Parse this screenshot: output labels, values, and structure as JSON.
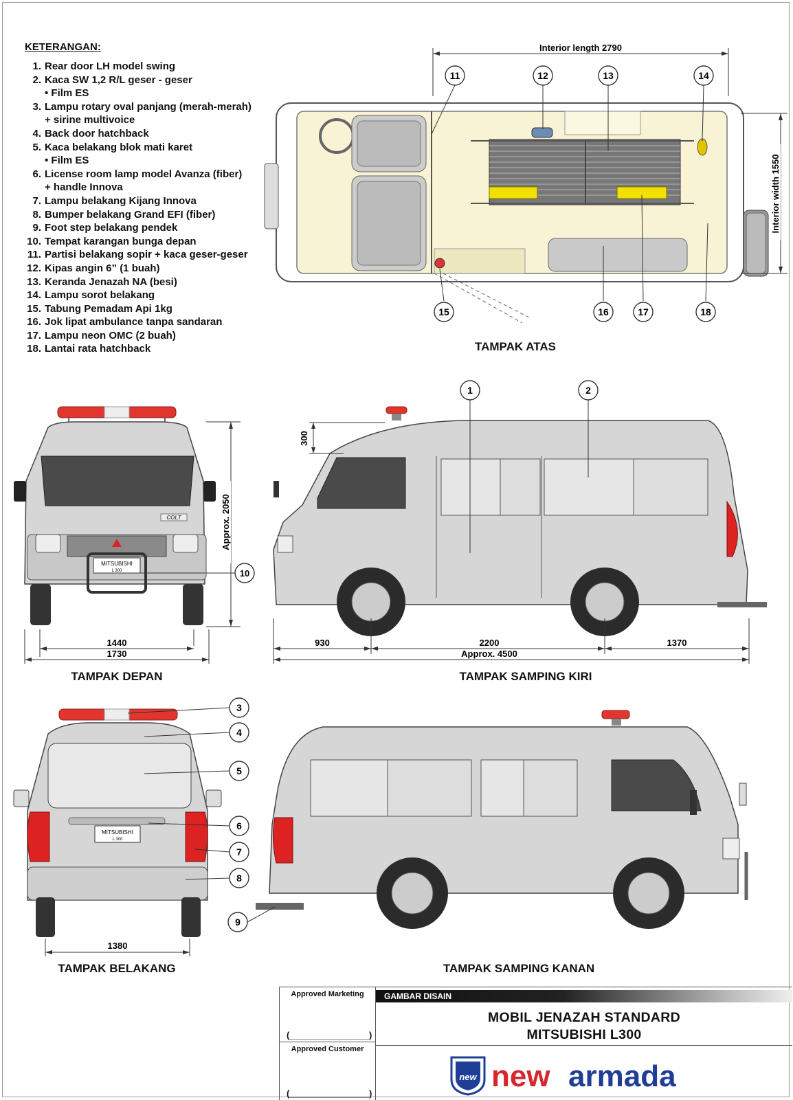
{
  "legend": {
    "heading": "KETERANGAN:",
    "items": [
      {
        "num": "1.",
        "text": "Rear door LH model swing"
      },
      {
        "num": "2.",
        "text": "Kaca SW 1,2 R/L geser - geser",
        "sub": "• Film ES"
      },
      {
        "num": "3.",
        "text": "Lampu rotary oval panjang (merah-merah)",
        "sub": "+ sirine multivoice"
      },
      {
        "num": "4.",
        "text": "Back door hatchback"
      },
      {
        "num": "5.",
        "text": "Kaca belakang blok mati karet",
        "sub": "• Film ES"
      },
      {
        "num": "6.",
        "text": "License room lamp model Avanza (fiber)",
        "sub": "+ handle Innova"
      },
      {
        "num": "7.",
        "text": "Lampu belakang Kijang Innova"
      },
      {
        "num": "8.",
        "text": "Bumper belakang Grand EFI (fiber)"
      },
      {
        "num": "9.",
        "text": "Foot step belakang pendek"
      },
      {
        "num": "10.",
        "text": "Tempat karangan bunga depan"
      },
      {
        "num": "11.",
        "text": "Partisi belakang sopir + kaca geser-geser"
      },
      {
        "num": "12.",
        "text": "Kipas angin 6” (1 buah)"
      },
      {
        "num": "13.",
        "text": "Keranda Jenazah NA (besi)"
      },
      {
        "num": "14.",
        "text": "Lampu sorot belakang"
      },
      {
        "num": "15.",
        "text": "Tabung Pemadam Api 1kg"
      },
      {
        "num": "16.",
        "text": "Jok lipat ambulance tanpa sandaran"
      },
      {
        "num": "17.",
        "text": "Lampu neon OMC (2 buah)"
      },
      {
        "num": "18.",
        "text": "Lantai rata hatchback"
      }
    ]
  },
  "views": {
    "top": "TAMPAK ATAS",
    "front": "TAMPAK DEPAN",
    "left": "TAMPAK SAMPING KIRI",
    "rear": "TAMPAK BELAKANG",
    "right": "TAMPAK SAMPING KANAN"
  },
  "dimensions": {
    "interior_length": "Interior length 2790",
    "interior_width": "Interior width 1550",
    "height": "Approx. 2050",
    "roof_raise": "300",
    "front_track": "1440",
    "front_width": "1730",
    "front_overhang": "930",
    "wheelbase": "2200",
    "rear_overhang": "1370",
    "overall_length": "Approx. 4500",
    "rear_track": "1380"
  },
  "callouts": {
    "c1": "1",
    "c2": "2",
    "c3": "3",
    "c4": "4",
    "c5": "5",
    "c6": "6",
    "c7": "7",
    "c8": "8",
    "c9": "9",
    "c10": "10",
    "c11": "11",
    "c12": "12",
    "c13": "13",
    "c14": "14",
    "c15": "15",
    "c16": "16",
    "c17": "17",
    "c18": "18"
  },
  "vehicle_text": {
    "plate_front": "MITSUBISHI",
    "plate_front_sub": "L 300",
    "plate_rear": "MITSUBISHI",
    "plate_rear_sub": "L 300",
    "badge": "COLT"
  },
  "title_block": {
    "approved_marketing": "Approved Marketing",
    "approved_customer": "Approved Customer",
    "paren1": "(________________)",
    "paren2": "(________________)",
    "band": "GAMBAR DISAIN",
    "title_line1": "MOBIL JENAZAH STANDARD",
    "title_line2": "MITSUBISHI L300",
    "logo_badge": "new",
    "brand_new": "new",
    "brand_armada": "armada"
  },
  "colors": {
    "body": "#d6d6d6",
    "floor": "#f7f3d4",
    "beacon_red": "#e0362d",
    "glass": "#4a4a4a",
    "brand_red": "#d7262c",
    "brand_blue": "#1f3f97"
  }
}
